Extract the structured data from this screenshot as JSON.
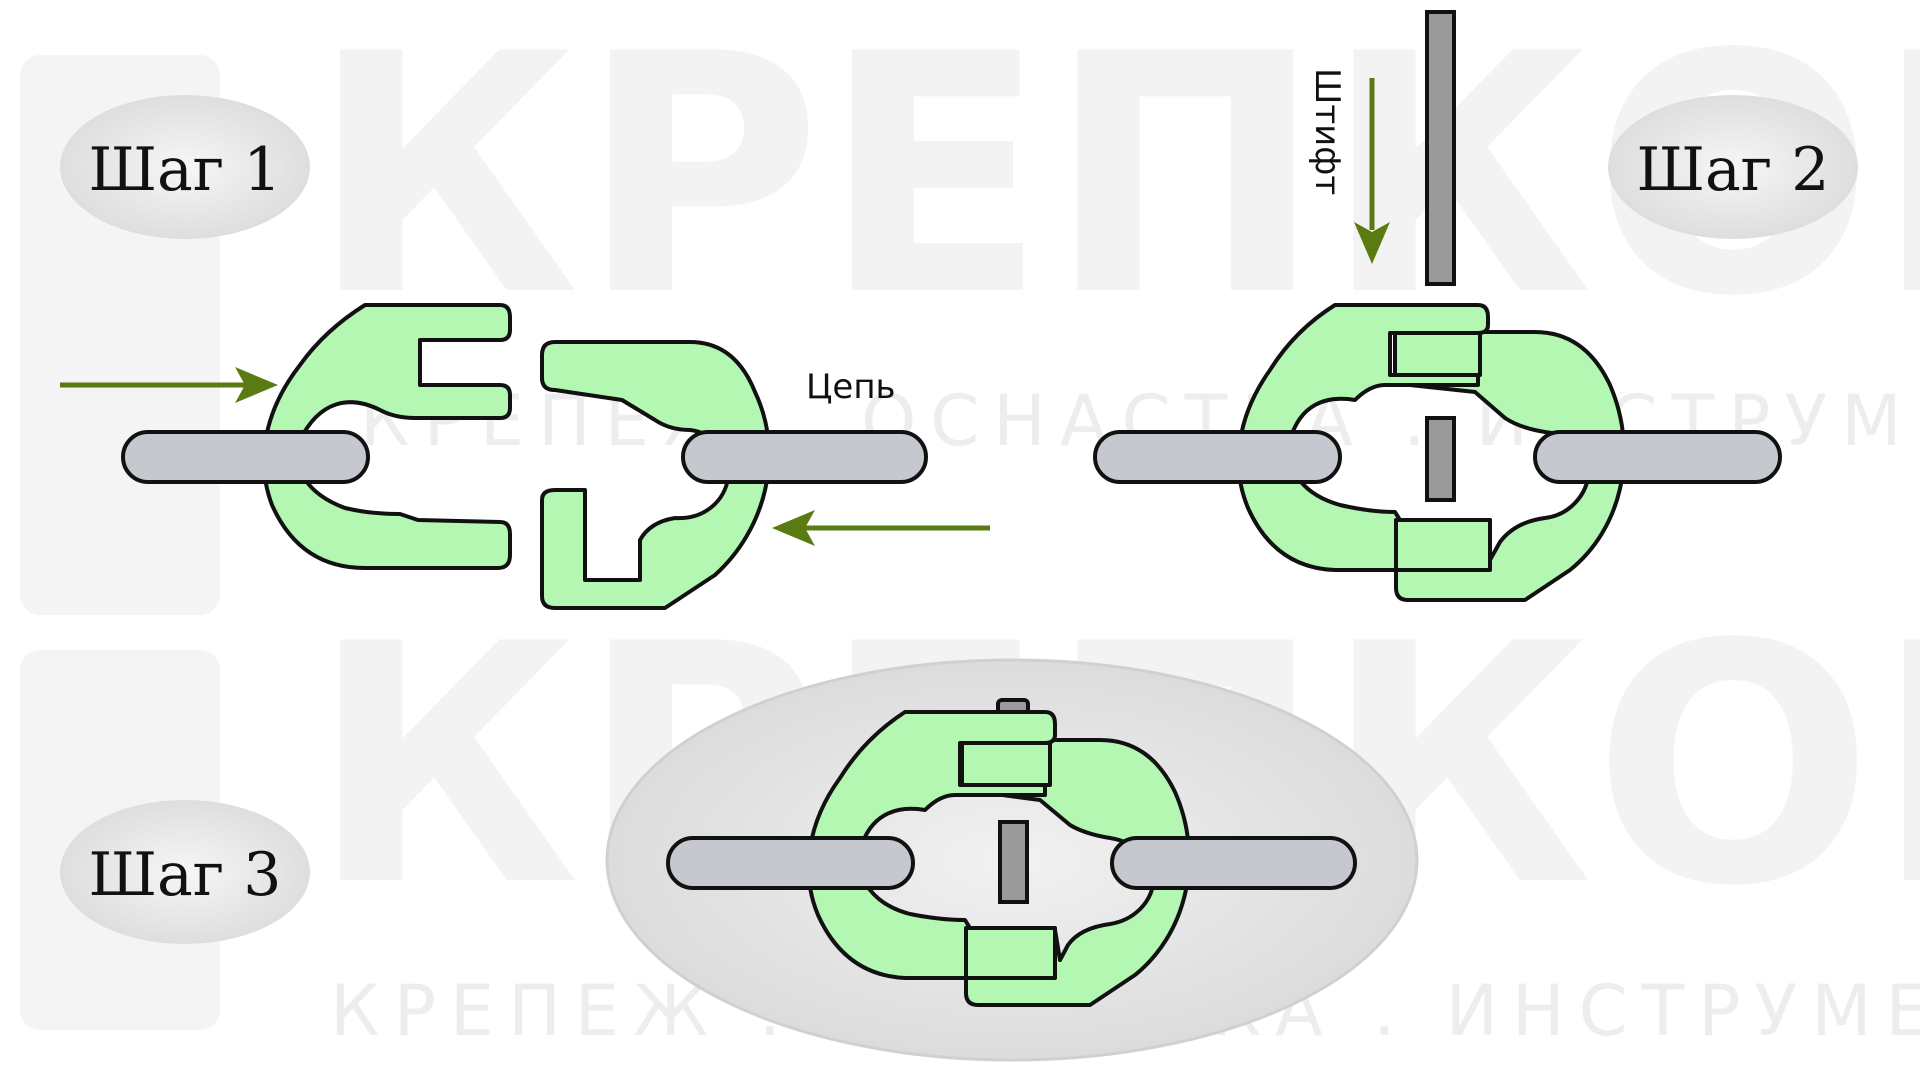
{
  "watermark": {
    "brand": "КРЕПКОМ",
    "tagline": "КРЕПЕЖ . ОСНАСТКА . ИНСТРУМЕНТ"
  },
  "steps": [
    {
      "label": "Шаг 1"
    },
    {
      "label": "Шаг 2"
    },
    {
      "label": "Шаг 3"
    }
  ],
  "callouts": {
    "chain": "Цепь",
    "pin": "Штифт"
  },
  "colors": {
    "link_fill": "#b3f7b3",
    "chain_fill": "#c6c8cf",
    "arrow": "#5a7a12",
    "step_bubble": "#e9e9e9"
  }
}
